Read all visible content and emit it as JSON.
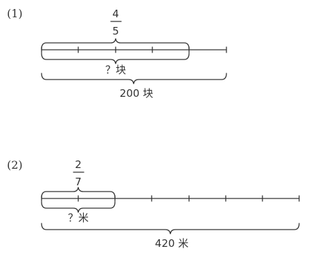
{
  "problems": [
    {
      "label": "(1)",
      "fraction": {
        "numerator": "4",
        "denominator": "5"
      },
      "part_label": "？块",
      "whole_label": "200 块",
      "segments": 5,
      "shaded_parts": 4
    },
    {
      "label": "(2)",
      "fraction": {
        "numerator": "2",
        "denominator": "7"
      },
      "part_label": "？米",
      "whole_label": "420 米",
      "segments": 7,
      "shaded_parts": 2
    }
  ]
}
